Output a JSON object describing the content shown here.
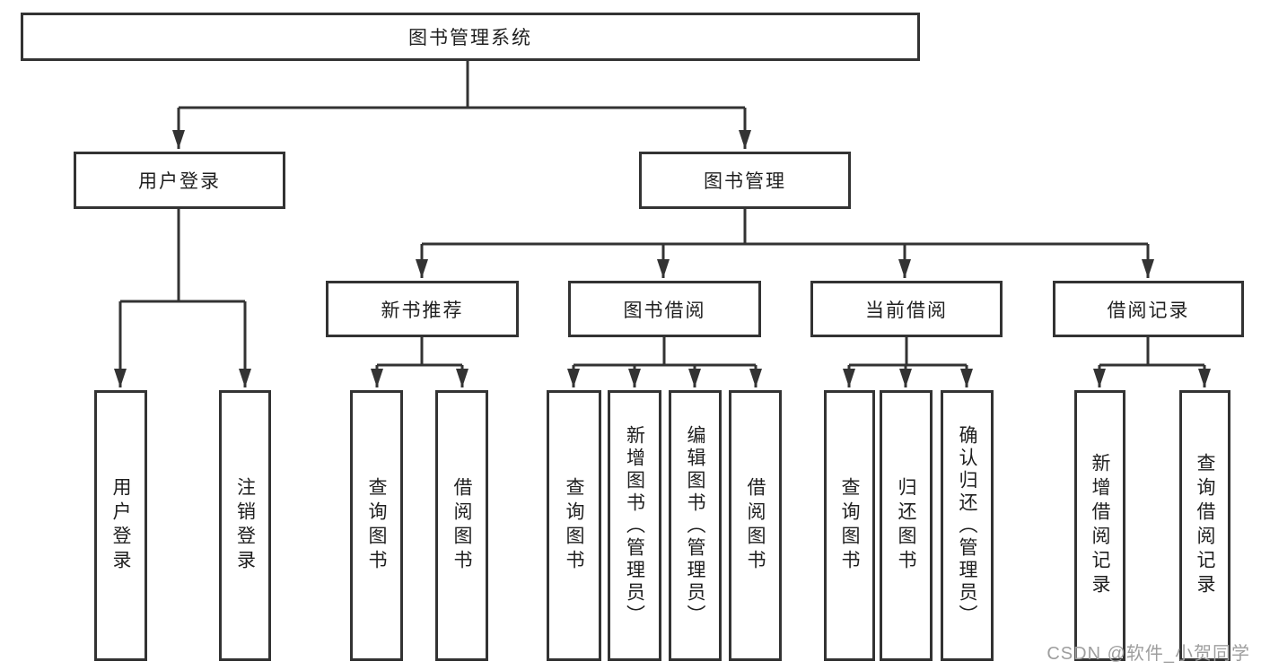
{
  "root": {
    "label": "图书管理系统"
  },
  "level1": [
    {
      "label": "用户登录"
    },
    {
      "label": "图书管理"
    }
  ],
  "level2": [
    {
      "label": "新书推荐"
    },
    {
      "label": "图书借阅"
    },
    {
      "label": "当前借阅"
    },
    {
      "label": "借阅记录"
    }
  ],
  "leaves": [
    {
      "label": "用户登录"
    },
    {
      "label": "注销登录"
    },
    {
      "label": "查询图书"
    },
    {
      "label": "借阅图书"
    },
    {
      "label": "查询图书"
    },
    {
      "label": "新增图书（管理员）"
    },
    {
      "label": "编辑图书（管理员）"
    },
    {
      "label": "借阅图书"
    },
    {
      "label": "查询图书"
    },
    {
      "label": "归还图书"
    },
    {
      "label": "确认归还（管理员）"
    },
    {
      "label": "新增借阅记录"
    },
    {
      "label": "查询借阅记录"
    }
  ],
  "watermark": "CSDN @软件_小贺同学",
  "colors": {
    "line": "#333333",
    "border": "#333333",
    "text": "#1f1f1f",
    "watermark_text": "#9e9e9e",
    "background": "#ffffff"
  }
}
